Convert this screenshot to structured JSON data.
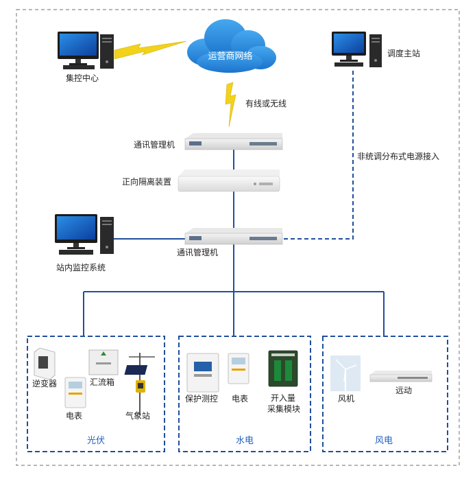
{
  "nodes": {
    "control_center": "集控中心",
    "operator_network": "运营商网络",
    "dispatch_station": "调度主站",
    "link_wired_or_wireless": "有线或无线",
    "comm_manager_top": "通讯管理机",
    "forward_isolation": "正向隔离装置",
    "comm_manager_bottom": "通讯管理机",
    "station_monitoring": "站内监控系统",
    "link_dispatch": "非统调分布式电源接入"
  },
  "groups": {
    "pv": {
      "title": "光伏",
      "devices": [
        "逆变器",
        "汇流箱",
        "电表",
        "气象站"
      ]
    },
    "hydro": {
      "title": "水电",
      "devices": [
        "保护测控",
        "电表",
        "开入量",
        "采集模块"
      ]
    },
    "wind": {
      "title": "风电",
      "devices": [
        "风机",
        "远动"
      ]
    }
  },
  "colors": {
    "line": "#1f4e9c",
    "border_gray": "#8a8a8a",
    "cloud": "#2a8fe0",
    "lightning": "#f2d21b",
    "group_title": "#1f5fbf"
  }
}
